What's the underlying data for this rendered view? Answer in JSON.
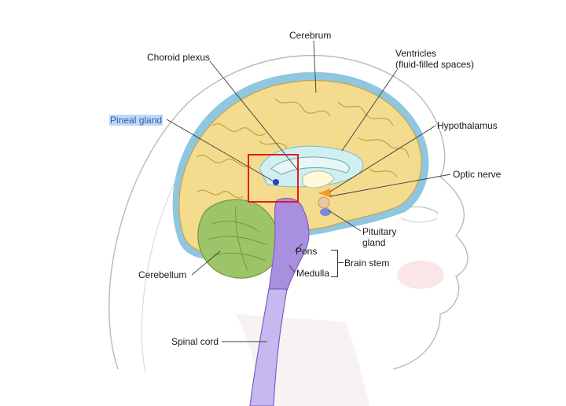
{
  "labels": {
    "cerebrum": "Cerebrum",
    "choroid_plexus": "Choroid plexus",
    "ventricles_line1": "Ventricles",
    "ventricles_line2": "(fluid-filled spaces)",
    "pineal_gland": "Pineal gland",
    "hypothalamus": "Hypothalamus",
    "optic_nerve": "Optic nerve",
    "pituitary_line1": "Pituitary",
    "pituitary_line2": "gland",
    "pons": "Pons",
    "brain_stem": "Brain stem",
    "medulla": "Medulla",
    "cerebellum": "Cerebellum",
    "spinal_cord": "Spinal cord"
  },
  "colors": {
    "cerebrum": "#f3dc8e",
    "cerebrum_outline": "#c8a64a",
    "meninges": "#8fc6e0",
    "cerebellum": "#9ec46a",
    "brainstem": "#a98fdf",
    "spinal_cord": "#c7b8ef",
    "ventricles": "#cfeff0",
    "skin_outline": "#b9b9b9",
    "optic": "#f39a24",
    "highlight_box": "#e11b1b",
    "pineal_highlight": "#bcd9f7"
  }
}
